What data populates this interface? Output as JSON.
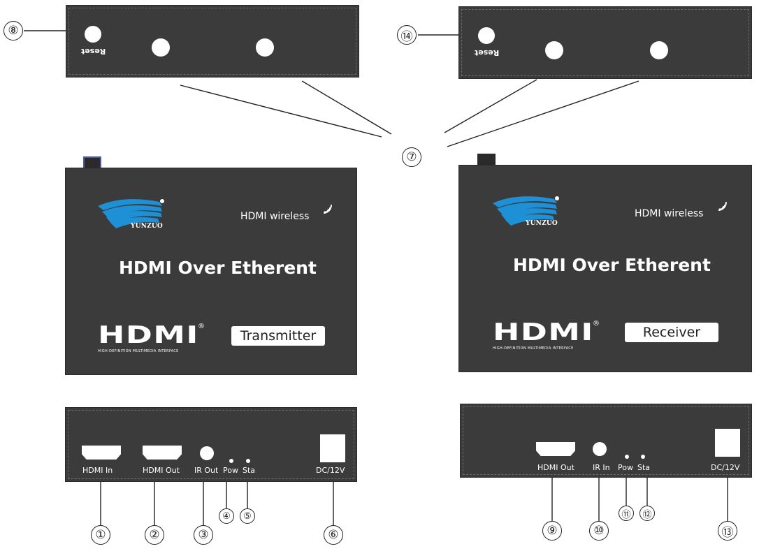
{
  "transmitter": {
    "brand": "YUNZUO",
    "wireless_text": "HDMI wireless",
    "title": "HDMI Over Etherent",
    "hdmi_logo": "HDMI",
    "hdmi_reg": "®",
    "hdmi_tagline": "HIGH-DEFINITION MULTIMEDIA INTERFACE",
    "role_label": "Transmitter",
    "side_label": "Reset",
    "ports": {
      "hdmi_in": "HDMI In",
      "hdmi_out": "HDMI Out",
      "ir_out": "IR Out",
      "pow": "Pow",
      "sta": "Sta",
      "dc": "DC/12V"
    }
  },
  "receiver": {
    "brand": "YUNZUO",
    "wireless_text": "HDMI wireless",
    "title": "HDMI Over Etherent",
    "hdmi_logo": "HDMI",
    "hdmi_reg": "®",
    "hdmi_tagline": "HIGH-DEFINITION MULTIMEDIA INTERFACE",
    "role_label": "Receiver",
    "side_label": "Reset",
    "ports": {
      "hdmi_out": "HDMI Out",
      "ir_in": "IR In",
      "pow": "Pow",
      "sta": "Sta",
      "dc": "DC/12V"
    }
  },
  "callouts": {
    "c1": "①",
    "c2": "②",
    "c3": "③",
    "c4": "④",
    "c5": "⑤",
    "c6": "⑥",
    "c7": "⑦",
    "c8": "⑧",
    "c9": "⑨",
    "c10": "⑩",
    "c11": "⑪",
    "c12": "⑫",
    "c13": "⑬",
    "c14": "⑭"
  },
  "colors": {
    "device_body": "#3b3b3b",
    "logo_blue": "#1e90d6",
    "line": "#222222"
  },
  "icons": {
    "wifi": "wifi-signal-icon",
    "logo": "yunzuo-wave-logo-icon"
  }
}
